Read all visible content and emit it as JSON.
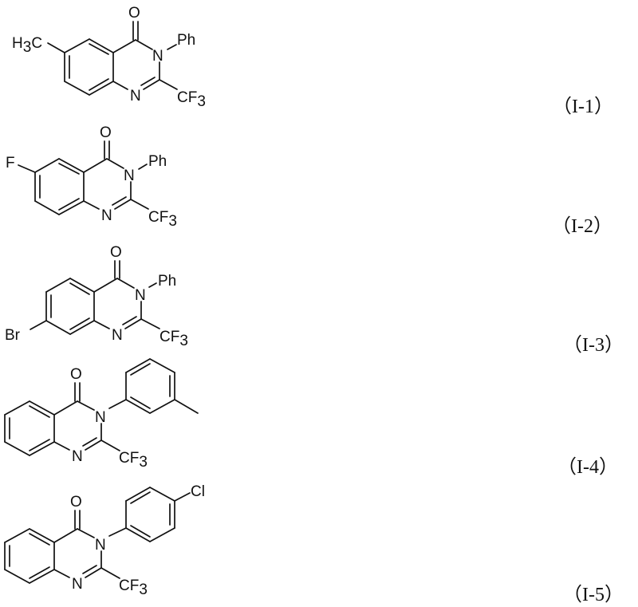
{
  "compounds": [
    {
      "id": "I-1",
      "label": "（I-1）",
      "substituents": {
        "top_right": "Ph",
        "bottom_right": "CF3",
        "left": "H3C",
        "carbonyl": "O",
        "ring_n_top": "N",
        "ring_n_bottom": "N"
      },
      "texts": {
        "o": "O",
        "n3": "N",
        "ph": "Ph",
        "n1": "N",
        "cf": "CF",
        "sub3": "3",
        "left": "H",
        "left_sub": "3",
        "left_c": "C"
      }
    },
    {
      "id": "I-2",
      "label": "（I-2）",
      "substituents": {
        "top_right": "Ph",
        "bottom_right": "CF3",
        "left": "F",
        "carbonyl": "O"
      },
      "texts": {
        "o": "O",
        "n3": "N",
        "ph": "Ph",
        "n1": "N",
        "cf": "CF",
        "sub3": "3",
        "left": "F"
      }
    },
    {
      "id": "I-3",
      "label": "（I-3）",
      "substituents": {
        "top_right": "Ph",
        "bottom_right": "CF3",
        "left": "Br",
        "carbonyl": "O"
      },
      "texts": {
        "o": "O",
        "n3": "N",
        "ph": "Ph",
        "n1": "N",
        "cf": "CF",
        "sub3": "3",
        "left": "Br"
      }
    },
    {
      "id": "I-4",
      "label": "（I-4）",
      "substituents": {
        "aryl": "3-methylphenyl",
        "bottom_right": "CF3",
        "carbonyl": "O"
      },
      "texts": {
        "o": "O",
        "n3": "N",
        "n1": "N",
        "cf": "CF",
        "sub3": "3"
      }
    },
    {
      "id": "I-5",
      "label": "（I-5）",
      "substituents": {
        "aryl": "4-chlorophenyl",
        "bottom_right": "CF3",
        "carbonyl": "O"
      },
      "texts": {
        "o": "O",
        "n3": "N",
        "n1": "N",
        "cf": "CF",
        "sub3": "3",
        "cl": "Cl"
      }
    }
  ]
}
